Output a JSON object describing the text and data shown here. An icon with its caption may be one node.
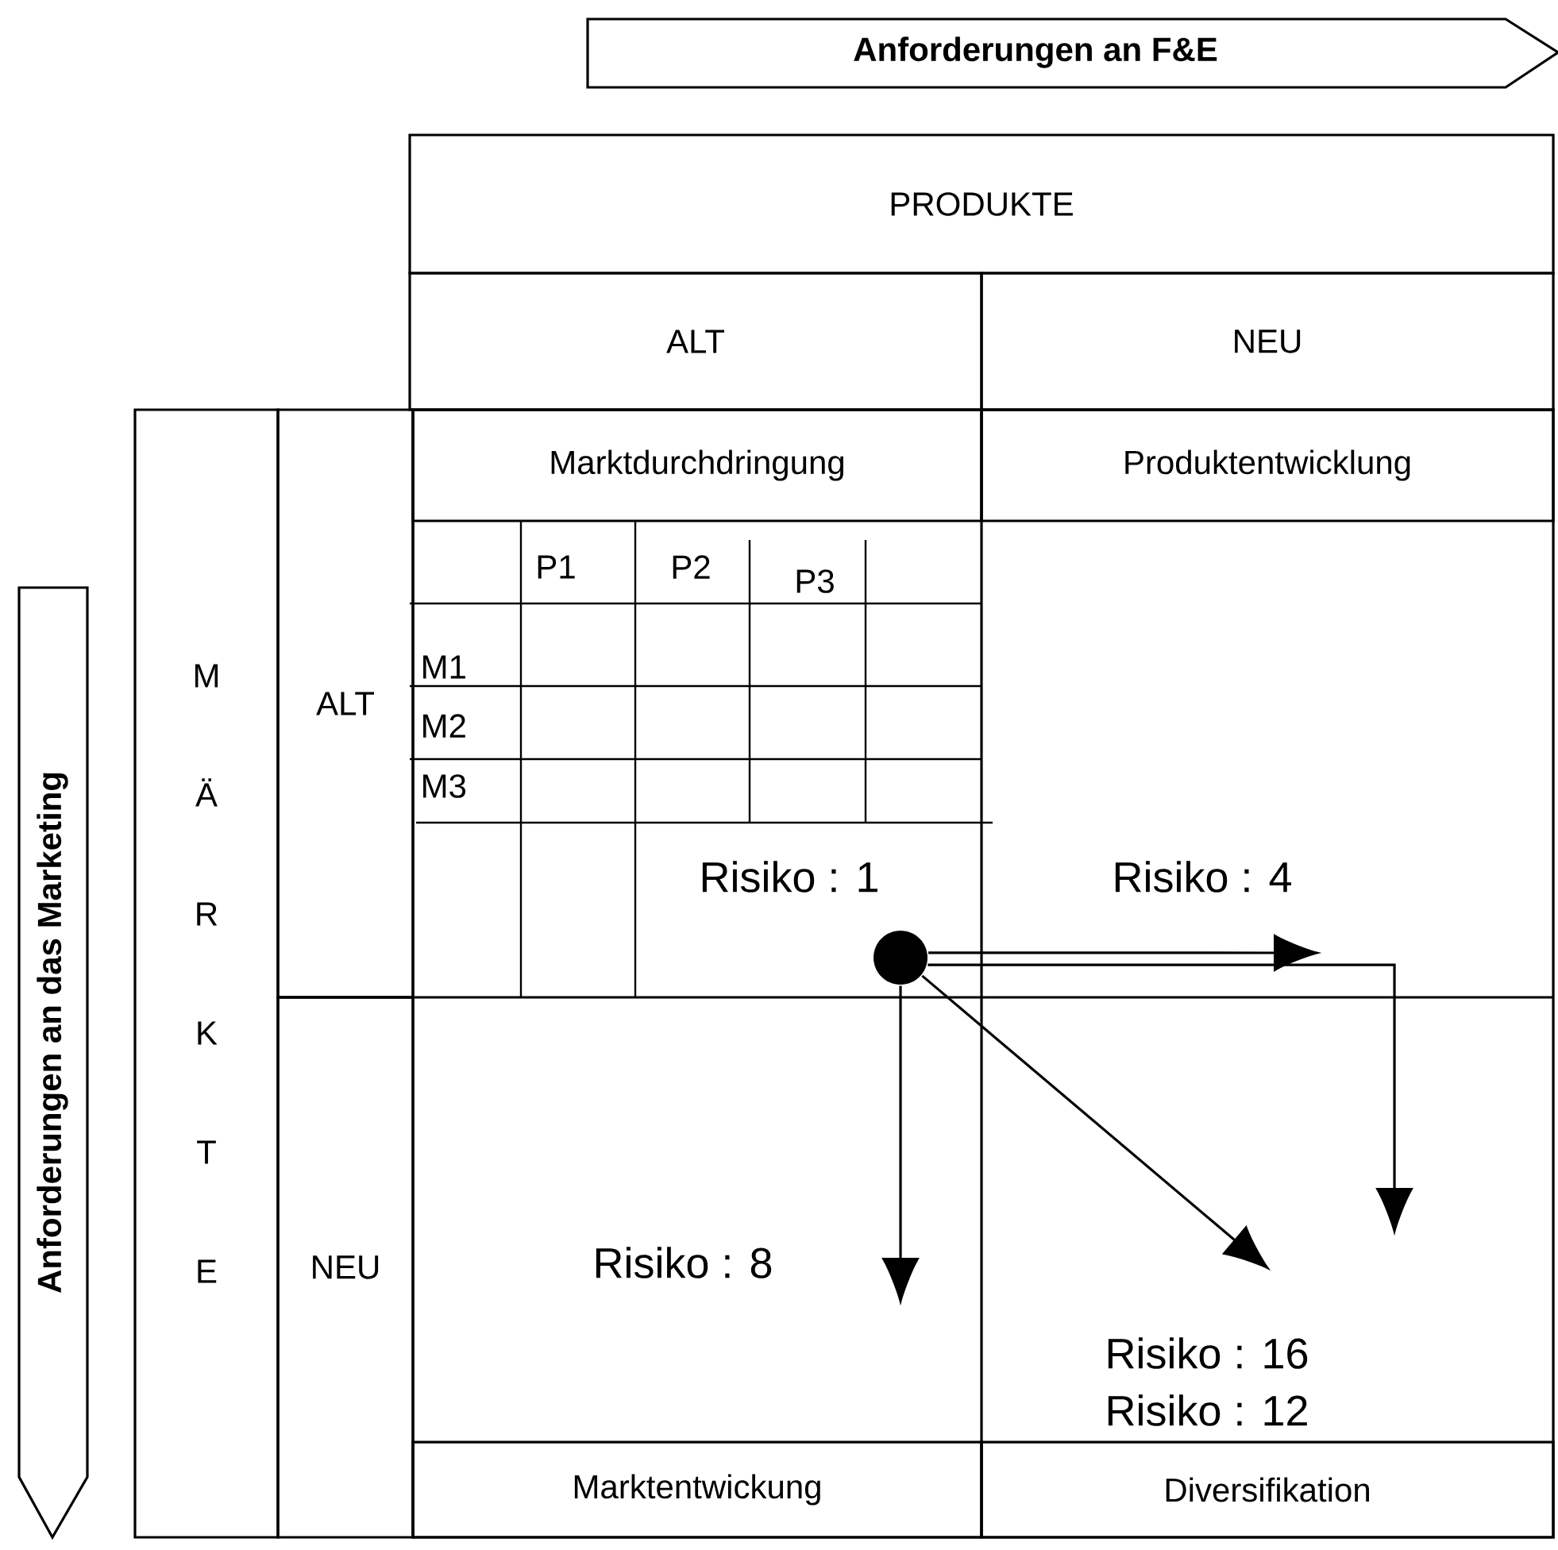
{
  "diagram": {
    "nodes": [
      {
        "text": [
          "Anforderungen an F&E"
        ]
      },
      {
        "text": [
          "Anforderungen an das Marketing"
        ]
      },
      {
        "text": [
          "PRODUKTE"
        ]
      },
      {
        "text": [
          "ALT"
        ]
      },
      {
        "text": [
          "NEU"
        ]
      },
      {
        "text": [
          "M Ä R K T E"
        ]
      },
      {
        "text": [
          "ALT"
        ]
      },
      {
        "text": [
          "NEU"
        ]
      },
      {
        "text": [
          "Marktdurchdringung"
        ]
      },
      {
        "text": [
          "Produktentwicklung"
        ]
      },
      {
        "text": [
          "Marktentwickung"
        ]
      },
      {
        "text": [
          "Diversifikation"
        ]
      },
      {
        "text": [],
        "shape": "circle"
      }
    ],
    "edges": [
      {
        "from": 12,
        "to": null,
        "arrow": "to"
      },
      {
        "from": 12,
        "to": null,
        "arrow": "to"
      },
      {
        "from": 12,
        "to": null,
        "arrow": "to"
      },
      {
        "from": 12,
        "to": null,
        "arrow": "to"
      }
    ],
    "labels": [
      "P1",
      "P2",
      "P3",
      "M1",
      "M2",
      "M3",
      "Risiko : 1",
      "Risiko : 4",
      "Risiko : 8",
      "Risiko : 16",
      "Risiko : 12"
    ]
  }
}
